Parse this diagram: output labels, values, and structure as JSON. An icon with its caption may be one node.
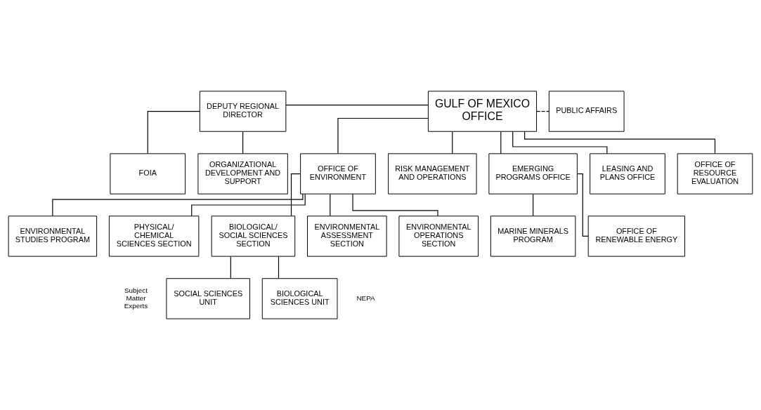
{
  "diagram": {
    "nodes": [
      {
        "text": [
          "GULF OF MEXICO OFFICE"
        ]
      },
      {
        "text": [
          "DEPUTY REGIONAL DIRECTOR"
        ]
      },
      {
        "text": [
          "PUBLIC AFFAIRS"
        ]
      },
      {
        "text": [
          "FOIA"
        ]
      },
      {
        "text": [
          "ORGANIZATIONAL DEVELOPMENT AND SUPPORT"
        ]
      },
      {
        "text": [
          "LEASING AND PLANS OFFICE"
        ]
      },
      {
        "text": [
          "OFFICE OF RESOURCE EVALUATION"
        ]
      },
      {
        "text": [
          "OFFICE OF ENVIRONMENT"
        ]
      },
      {
        "text": [
          "RISK MANAGEMENT AND OPERATIONS"
        ]
      },
      {
        "text": [
          "EMERGING PROGRAMS OFFICE"
        ]
      },
      {
        "text": [
          "ENVIRONMENTAL ASSESSMENT SECTION"
        ]
      },
      {
        "text": [
          "ENVIRONMENTAL OPERATIONS SECTION"
        ]
      },
      {
        "text": [
          "ENVIRONMENTAL STUDIES PROGRAM"
        ]
      },
      {
        "text": [
          "PHYSICAL/ CHEMICAL SCIENCES SECTION"
        ]
      },
      {
        "text": [
          "BIOLOGICAL/ SOCIAL SCIENCES SECTION"
        ]
      },
      {
        "text": [
          "OFFICE OF RENEWABLE ENERGY"
        ]
      },
      {
        "text": [
          "MARINE MINERALS PROGRAM"
        ]
      },
      {
        "text": [
          "BIOLOGICAL SCIENCES UNIT"
        ]
      },
      {
        "text": [
          "SOCIAL SCIENCES UNIT"
        ]
      }
    ],
    "edges": [
      {
        "from": 1,
        "to": 0,
        "arrow": "none"
      },
      {
        "from": 0,
        "to": 2,
        "arrow": "none",
        "style": "dashed"
      },
      {
        "from": 1,
        "to": 3,
        "arrow": "none"
      },
      {
        "from": 1,
        "to": 4,
        "arrow": "none"
      },
      {
        "from": 0,
        "to": 5,
        "arrow": "none"
      },
      {
        "from": 0,
        "to": 6,
        "arrow": "none"
      },
      {
        "from": 0,
        "to": 7,
        "arrow": "none"
      },
      {
        "from": 0,
        "to": 8,
        "arrow": "none"
      },
      {
        "from": 0,
        "to": 9,
        "arrow": "none"
      },
      {
        "from": 7,
        "to": 10,
        "arrow": "none"
      },
      {
        "from": 7,
        "to": 11,
        "arrow": "none"
      },
      {
        "from": 7,
        "to": 12,
        "arrow": "none"
      },
      {
        "from": 7,
        "to": 13,
        "arrow": "none"
      },
      {
        "from": 7,
        "to": 14,
        "arrow": "none"
      },
      {
        "from": 9,
        "to": 15,
        "arrow": "none"
      },
      {
        "from": 9,
        "to": 16,
        "arrow": "none"
      },
      {
        "from": 14,
        "to": 17,
        "arrow": "none"
      },
      {
        "from": 14,
        "to": 18,
        "arrow": "none"
      }
    ],
    "labels": [
      "NEPA",
      "Subject Matter Experts"
    ]
  }
}
